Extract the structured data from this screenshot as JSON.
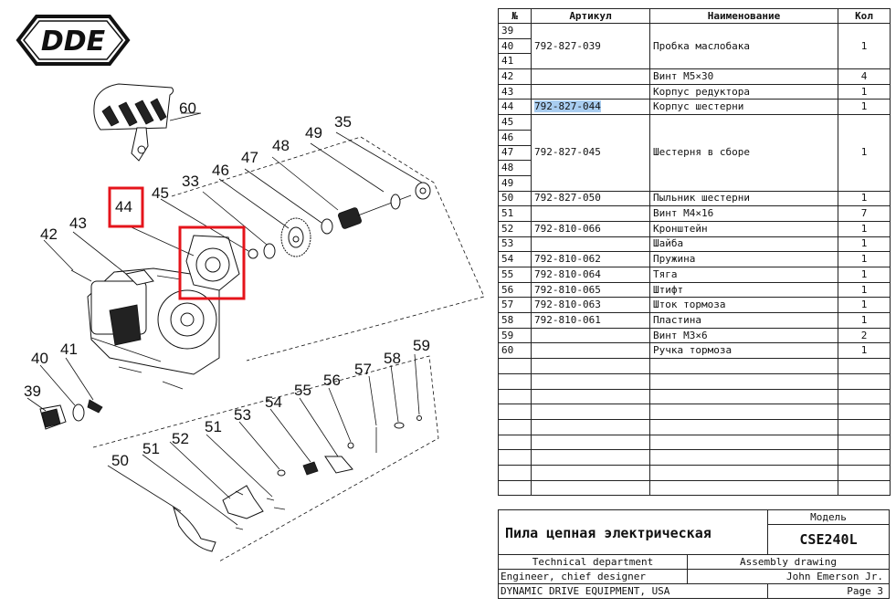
{
  "logo_text": "DDE",
  "callouts": [
    "60",
    "44",
    "45",
    "33",
    "46",
    "47",
    "48",
    "49",
    "35",
    "42",
    "43",
    "40",
    "41",
    "39",
    "58",
    "59",
    "57",
    "56",
    "55",
    "54",
    "53",
    "51",
    "52",
    "51",
    "50"
  ],
  "highlight_color": "#e5141b",
  "table": {
    "headers": [
      "№",
      "Артикул",
      "Наименование",
      "Кол"
    ],
    "rows": [
      {
        "no": "39",
        "art": "",
        "name": "",
        "qty": ""
      },
      {
        "no": "40",
        "art": "792-827-039",
        "name": "Пробка маслобака",
        "qty": "1"
      },
      {
        "no": "41",
        "art": "",
        "name": "",
        "qty": ""
      },
      {
        "no": "42",
        "art": "",
        "name": "Винт М5×30",
        "qty": "4"
      },
      {
        "no": "43",
        "art": "",
        "name": "Корпус редуктора",
        "qty": "1"
      },
      {
        "no": "44",
        "art": "792-827-044",
        "name": "Корпус шестерни",
        "qty": "1",
        "highlight": true
      },
      {
        "no": "45",
        "art": "",
        "name": "",
        "qty": ""
      },
      {
        "no": "46",
        "art": "",
        "name": "",
        "qty": ""
      },
      {
        "no": "47",
        "art": "792-827-045",
        "name": "Шестерня в сборе",
        "qty": "1"
      },
      {
        "no": "48",
        "art": "",
        "name": "",
        "qty": ""
      },
      {
        "no": "49",
        "art": "",
        "name": "",
        "qty": ""
      },
      {
        "no": "50",
        "art": "792-827-050",
        "name": "Пыльник шестерни",
        "qty": "1"
      },
      {
        "no": "51",
        "art": "",
        "name": "Винт М4×16",
        "qty": "7"
      },
      {
        "no": "52",
        "art": "792-810-066",
        "name": "Кронштейн",
        "qty": "1"
      },
      {
        "no": "53",
        "art": "",
        "name": "Шайба",
        "qty": "1"
      },
      {
        "no": "54",
        "art": "792-810-062",
        "name": "Пружина",
        "qty": "1"
      },
      {
        "no": "55",
        "art": "792-810-064",
        "name": "Тяга",
        "qty": "1"
      },
      {
        "no": "56",
        "art": "792-810-065",
        "name": "Штифт",
        "qty": "1"
      },
      {
        "no": "57",
        "art": "792-810-063",
        "name": "Шток тормоза",
        "qty": "1"
      },
      {
        "no": "58",
        "art": "792-810-061",
        "name": "Пластина",
        "qty": "1"
      },
      {
        "no": "59",
        "art": "",
        "name": "Винт М3×6",
        "qty": "2"
      },
      {
        "no": "60",
        "art": "",
        "name": "Ручка тормоза",
        "qty": "1"
      }
    ],
    "empty_rows": 9
  },
  "title_block": {
    "model_label": "Модель",
    "product_name": "Пила цепная электрическая",
    "model": "CSE240L",
    "department": "Technical department",
    "drawing_type": "Assembly drawing",
    "role": "Engineer, chief designer",
    "person": "John Emerson Jr.",
    "company": "DYNAMIC DRIVE EQUIPMENT, USA",
    "page": "Page 3"
  }
}
